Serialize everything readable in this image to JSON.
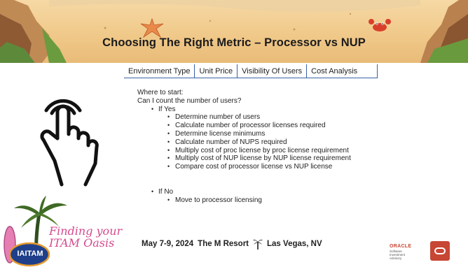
{
  "slide": {
    "title": "Choosing The Right Metric – Processor vs NUP"
  },
  "tabs": [
    {
      "label": "Environment Type"
    },
    {
      "label": "Unit Price"
    },
    {
      "label": "Visibility Of Users"
    },
    {
      "label": "Cost Analysis"
    }
  ],
  "content": {
    "intro1": "Where to start:",
    "intro2": "Can I count the number of users?",
    "if_yes": "If Yes",
    "yes_steps": [
      "Determine number of users",
      "Calculate number of processor licenses required",
      "Determine license minimums",
      "Calculate number of NUPS required",
      "Multiply cost of proc license by proc license requirement",
      "Multiply cost of NUP license by NUP license requirement",
      "Compare cost of processor license vs NUP license"
    ],
    "if_no": "If No",
    "no_steps": [
      "Move to processor licensing"
    ],
    "bullet": "•"
  },
  "footer": {
    "tagline_line1": "Finding your",
    "tagline_line2": "ITAM Oasis",
    "logo_text": "IAITAM",
    "date": "May 7-9, 2024",
    "venue": "The M Resort",
    "city": "Las Vegas, NV",
    "oracle_brand": "ORACLE",
    "oracle_sub": "Software Investment Advisory"
  },
  "icons": {
    "hand": "touch-hand-icon",
    "palm": "palm-tree-icon",
    "crab": "crab-icon",
    "starfish": "starfish-icon",
    "oracle": "oracle-logo-icon"
  },
  "colors": {
    "tab_border": "#3a5fa5",
    "tagline": "#d54a8f",
    "oracle_red": "#c74634",
    "banner_sand": "#f0c98a"
  }
}
